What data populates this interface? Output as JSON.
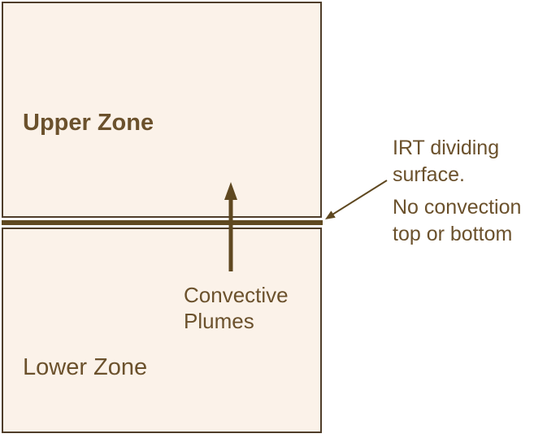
{
  "colors": {
    "page_bg": "#ffffff",
    "zone_fill": "#fbf2e9",
    "zone_border": "#4f3d29",
    "divider": "#5f4820",
    "arrow": "#5f4820",
    "label_text": "#6b512c"
  },
  "zones": {
    "upper": {
      "label": "Upper Zone"
    },
    "lower": {
      "label": "Lower Zone"
    }
  },
  "annotations": {
    "convective_plumes": {
      "lines": [
        "Convective",
        "Plumes"
      ]
    },
    "irt_surface": {
      "lines": [
        "IRT dividing",
        "surface."
      ]
    },
    "no_convection": {
      "lines": [
        "No convection",
        "top or bottom"
      ]
    }
  }
}
